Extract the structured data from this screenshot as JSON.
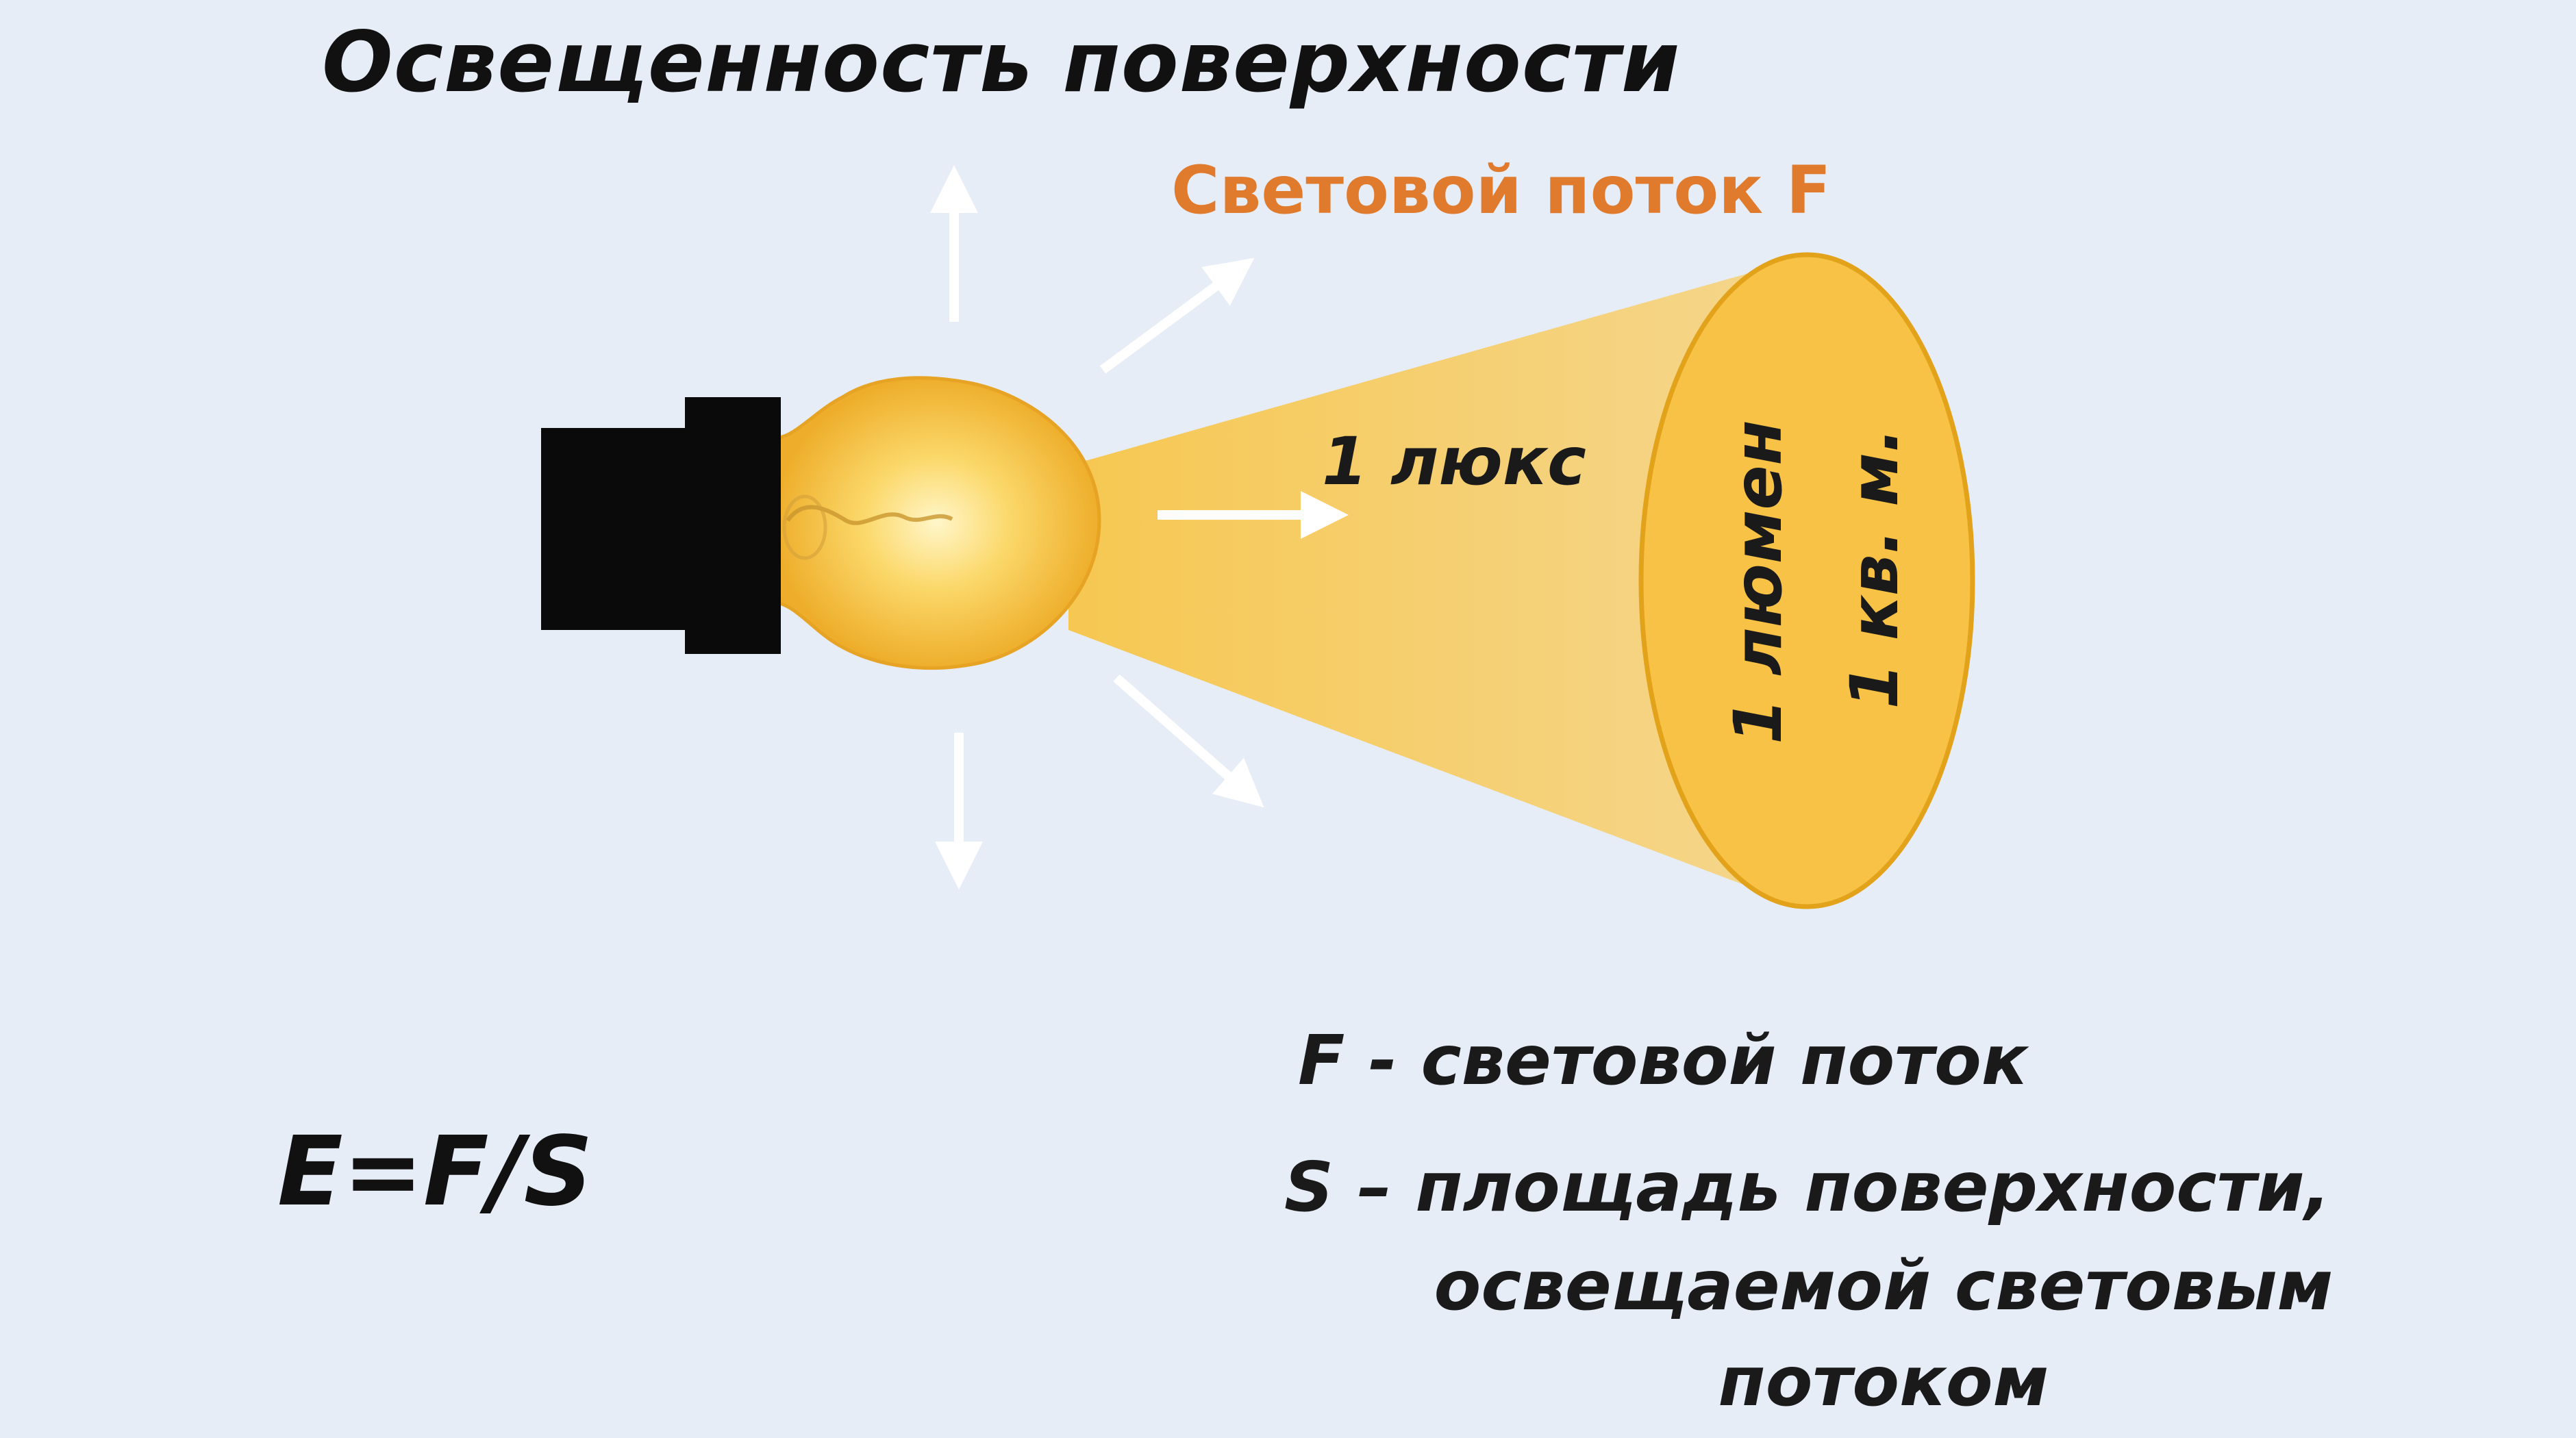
{
  "title": "Освещенность поверхности",
  "diagram": {
    "flux_label": "Световой поток F",
    "lux_label": "1 люкс",
    "ellipse_line1": "1 люмен",
    "ellipse_line2": "1 кв. м.",
    "colors": {
      "background": "#e6edf6",
      "beam": "#f5c758",
      "ellipse_fill": "#f7c245",
      "ellipse_border": "#e2a21a",
      "flux_label": "#e07b2e",
      "bulb": "#f6c443",
      "socket": "#0a0a0a",
      "arrows": "#ffffff"
    },
    "icons": [
      "light-bulb-icon",
      "lamp-socket-icon"
    ]
  },
  "formula": "E=F/S",
  "legend": {
    "f_line": "F - световой поток",
    "s_line1": "S – площадь поверхности,",
    "s_line2": "освещаемой световым",
    "s_line3": "потоком"
  }
}
